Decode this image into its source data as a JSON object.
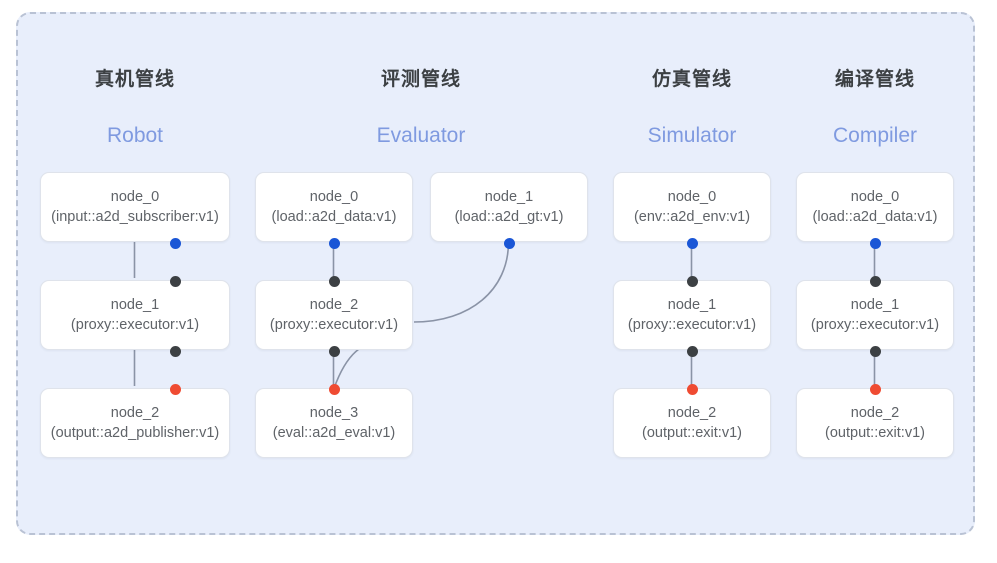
{
  "diagram": {
    "container": {
      "style": "dashed-rounded-panel",
      "background_color": "#e8eefb",
      "border_color": "#b9c2d4"
    },
    "palette": {
      "output_port": "#1a56d6",
      "link_port": "#3c4043",
      "input_port": "#ef4b32",
      "edge": "#8a93a6",
      "node_border": "#dfe3eb",
      "node_bg": "#ffffff",
      "title_color": "#3c4043",
      "subtitle_color": "#7f9ae0"
    },
    "columns": [
      {
        "id": "robot",
        "title": "真机管线",
        "subtitle": "Robot",
        "nodes": [
          {
            "id": "robot-node-0",
            "name": "node_0",
            "spec": "(input::a2d_subscriber:v1)"
          },
          {
            "id": "robot-node-1",
            "name": "node_1",
            "spec": "(proxy::executor:v1)"
          },
          {
            "id": "robot-node-2",
            "name": "node_2",
            "spec": "(output::a2d_publisher:v1)"
          }
        ]
      },
      {
        "id": "evaluator",
        "title": "评测管线",
        "subtitle": "Evaluator",
        "nodes": [
          {
            "id": "eval-node-0",
            "name": "node_0",
            "spec": "(load::a2d_data:v1)"
          },
          {
            "id": "eval-node-1",
            "name": "node_1",
            "spec": "(load::a2d_gt:v1)"
          },
          {
            "id": "eval-node-2",
            "name": "node_2",
            "spec": "(proxy::executor:v1)"
          },
          {
            "id": "eval-node-3",
            "name": "node_3",
            "spec": "(eval::a2d_eval:v1)"
          }
        ]
      },
      {
        "id": "simulator",
        "title": "仿真管线",
        "subtitle": "Simulator",
        "nodes": [
          {
            "id": "sim-node-0",
            "name": "node_0",
            "spec": "(env::a2d_env:v1)"
          },
          {
            "id": "sim-node-1",
            "name": "node_1",
            "spec": "(proxy::executor:v1)"
          },
          {
            "id": "sim-node-2",
            "name": "node_2",
            "spec": "(output::exit:v1)"
          }
        ]
      },
      {
        "id": "compiler",
        "title": "编译管线",
        "subtitle": "Compiler",
        "nodes": [
          {
            "id": "comp-node-0",
            "name": "node_0",
            "spec": "(load::a2d_data:v1)"
          },
          {
            "id": "comp-node-1",
            "name": "node_1",
            "spec": "(proxy::executor:v1)"
          },
          {
            "id": "comp-node-2",
            "name": "node_2",
            "spec": "(output::exit:v1)"
          }
        ]
      }
    ],
    "edges": [
      {
        "from": "robot-node-0",
        "to": "robot-node-1",
        "shape": "straight"
      },
      {
        "from": "robot-node-1",
        "to": "robot-node-2",
        "shape": "straight"
      },
      {
        "from": "eval-node-0",
        "to": "eval-node-2",
        "shape": "straight"
      },
      {
        "from": "eval-node-2",
        "to": "eval-node-3",
        "shape": "straight"
      },
      {
        "from": "eval-node-1",
        "to": "eval-node-2",
        "shape": "curve"
      },
      {
        "from": "eval-node-2",
        "to": "eval-node-3",
        "shape": "curve"
      },
      {
        "from": "sim-node-0",
        "to": "sim-node-1",
        "shape": "straight"
      },
      {
        "from": "sim-node-1",
        "to": "sim-node-2",
        "shape": "straight"
      },
      {
        "from": "comp-node-0",
        "to": "comp-node-1",
        "shape": "straight"
      },
      {
        "from": "comp-node-1",
        "to": "comp-node-2",
        "shape": "straight"
      }
    ]
  }
}
